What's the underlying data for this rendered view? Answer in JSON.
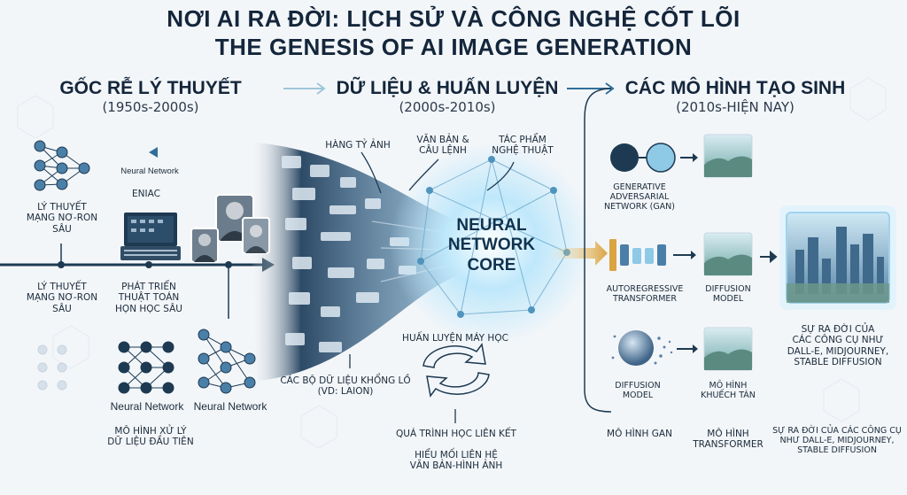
{
  "title": {
    "line1": "NƠI AI RA ĐỜI: LỊCH SỬ VÀ CÔNG NGHỆ CỐT LÕI",
    "line2": "THE GENESIS OF AI IMAGE GENERATION"
  },
  "sections": {
    "theory": {
      "heading": "GỐC RỄ LÝ THUYẾT",
      "years": "(1950s-2000s)"
    },
    "data": {
      "heading": "DỮ LIỆU & HUẤN LUYỆN",
      "years": "(2000s-2010s)"
    },
    "models": {
      "heading": "CÁC MÔ HÌNH TẠO SINH",
      "years": "(2010s-HIỆN NAY)"
    }
  },
  "theory": {
    "nn_theory_top": "LÝ THUYẾT\nMẠNG NƠ-RON\nSÂU",
    "neural_network_logo": "Neural Network",
    "eniac": "ENIAC",
    "nn_theory_bottom": "LÝ THUYẾT\nMẠNG NƠ-RON\nSÂU",
    "deep_learning": "PHÁT TRIỂN\nTHUẬT TOÁN\nHỌN HỌC SÂU",
    "neural_network_1": "Neural Network",
    "neural_network_2": "Neural Network",
    "first_model": "MÔ HÌNH XỬ LÝ\nDỮ LIỆU ĐẦU TIÊN"
  },
  "data": {
    "billions_images": "HÀNG TỶ ẢNH",
    "text_prompts": "VĂN BẢN &\nCÂU LỆNH",
    "artworks": "TÁC PHẨM\nNGHỆ THUẬT",
    "core": "NEURAL\nNETWORK\nCORE",
    "ml_training": "HUẤN LUYỆN MÁY HỌC",
    "datasets": "CÁC BỘ DỮ LIỆU KHỔNG LỒ\n(VD: LAION)",
    "assoc_learning": "QUÁ TRÌNH HỌC LIÊN KẾT",
    "text_image": "HIỂU MỐI LIÊN HỆ\nVĂN BẢN-HÌNH ẢNH"
  },
  "models": {
    "gan": "GENERATIVE\nADVERSARIAL\nNETWORK (GAN)",
    "autoregressive": "AUTOREGRESSIVE\nTRANSFORMER",
    "diffusion_model_1": "DIFFUSION\nMODEL",
    "diffusion_model_2": "DIFFUSION\nMODEL",
    "diffusion_vi": "MÔ HÌNH\nKHUẾCH TÁN",
    "gan_vi": "MÔ HÌNH GAN",
    "transformer_vi": "MÔ HÌNH\nTRANSFORMER",
    "tools_1": "SỰ RA ĐỜI CỦA\nCÁC CÔNG CỤ NHƯ\nDALL-E, MIDJOURNEY,\nSTABLE DIFFUSION",
    "tools_2": "SỰ RA ĐỜI CỦA CÁC CÔNG CỤ\nNHƯ DALL-E, MIDJOURNEY,\nSTABLE DIFFUSION"
  },
  "colors": {
    "accent": "#2f6f9a",
    "dark": "#1d3a52",
    "gold": "#d9a441",
    "glow": "#7fd0f5"
  }
}
